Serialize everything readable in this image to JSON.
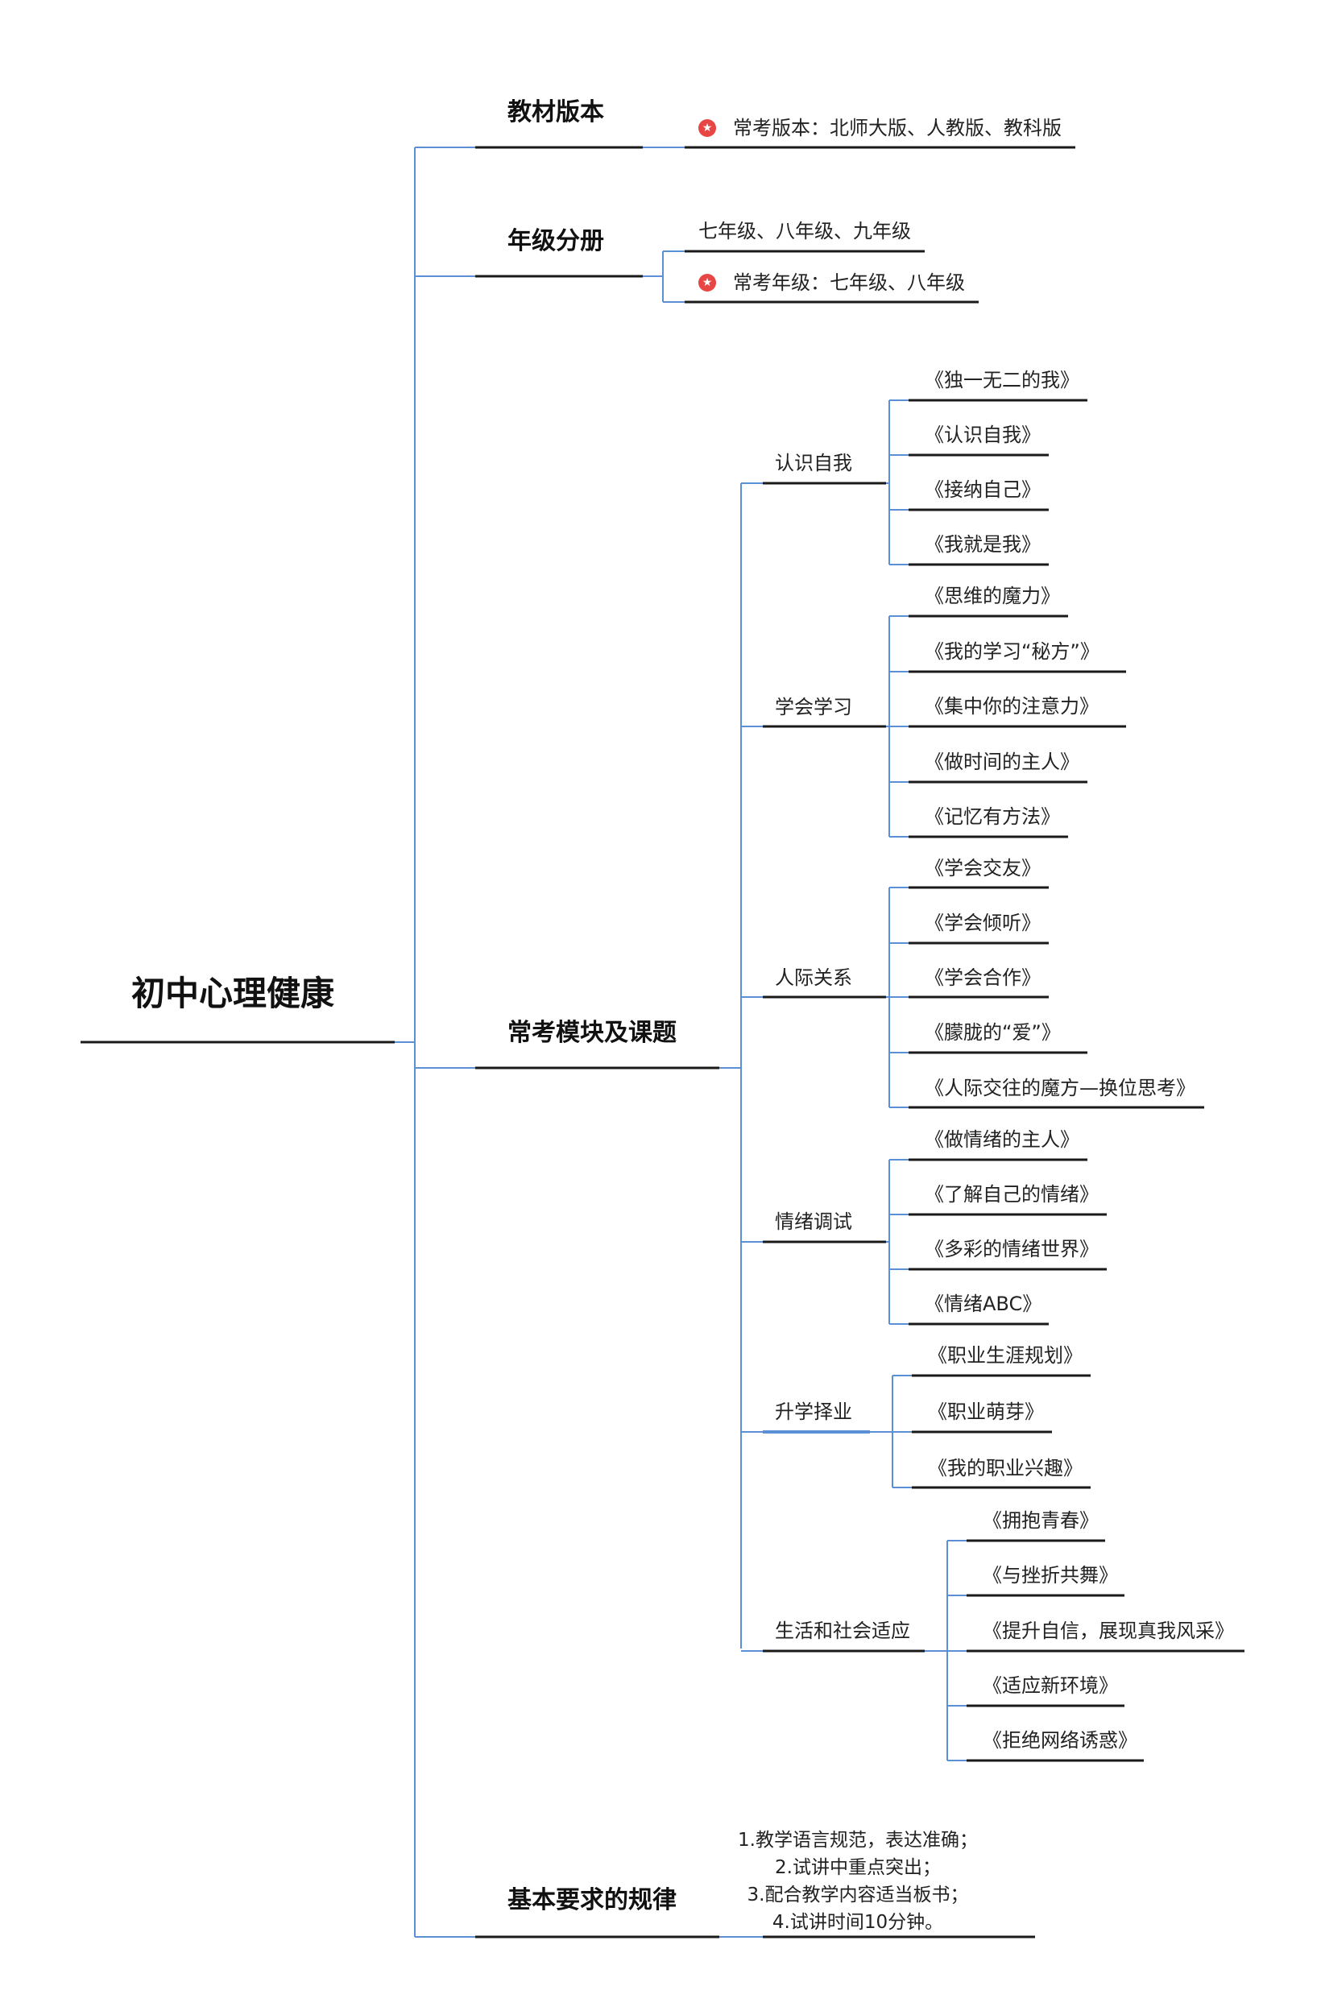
{
  "root": "初中心理健康",
  "icons": {
    "star": "star-badge-icon",
    "star_glyph": "★"
  },
  "colors": {
    "connector": "#5b8fd6",
    "underline": "#1a1a1a",
    "star_badge": "#e84545"
  },
  "branches": {
    "edition": {
      "title": "教材版本",
      "note": "常考版本：北师大版、人教版、教科版"
    },
    "grade": {
      "title": "年级分册",
      "grades": "七年级、八年级、九年级",
      "note": "常考年级：七年级、八年级"
    },
    "modules": {
      "title": "常考模块及课题",
      "groups": [
        {
          "name": "认识自我",
          "topics": [
            "《独一无二的我》",
            "《认识自我》",
            "《接纳自己》",
            "《我就是我》"
          ]
        },
        {
          "name": "学会学习",
          "topics": [
            "《思维的魔力》",
            "《我的学习“秘方”》",
            "《集中你的注意力》",
            "《做时间的主人》",
            "《记忆有方法》"
          ]
        },
        {
          "name": "人际关系",
          "topics": [
            "《学会交友》",
            "《学会倾听》",
            "《学会合作》",
            "《朦胧的“爱”》",
            "《人际交往的魔方—换位思考》"
          ]
        },
        {
          "name": "情绪调试",
          "topics": [
            "《做情绪的主人》",
            "《了解自己的情绪》",
            "《多彩的情绪世界》",
            "《情绪ABC》"
          ]
        },
        {
          "name": "升学择业",
          "topics": [
            "《职业生涯规划》",
            "《职业萌芽》",
            "《我的职业兴趣》"
          ]
        },
        {
          "name": "生活和社会适应",
          "topics": [
            "《拥抱青春》",
            "《与挫折共舞》",
            "《提升自信，展现真我风采》",
            "《适应新环境》",
            "《拒绝网络诱惑》"
          ]
        }
      ]
    },
    "requirements": {
      "title": "基本要求的规律",
      "lines": [
        "1.教学语言规范，表达准确；",
        "2.试讲中重点突出；",
        "3.配合教学内容适当板书；",
        "4.试讲时间10分钟。"
      ]
    }
  }
}
